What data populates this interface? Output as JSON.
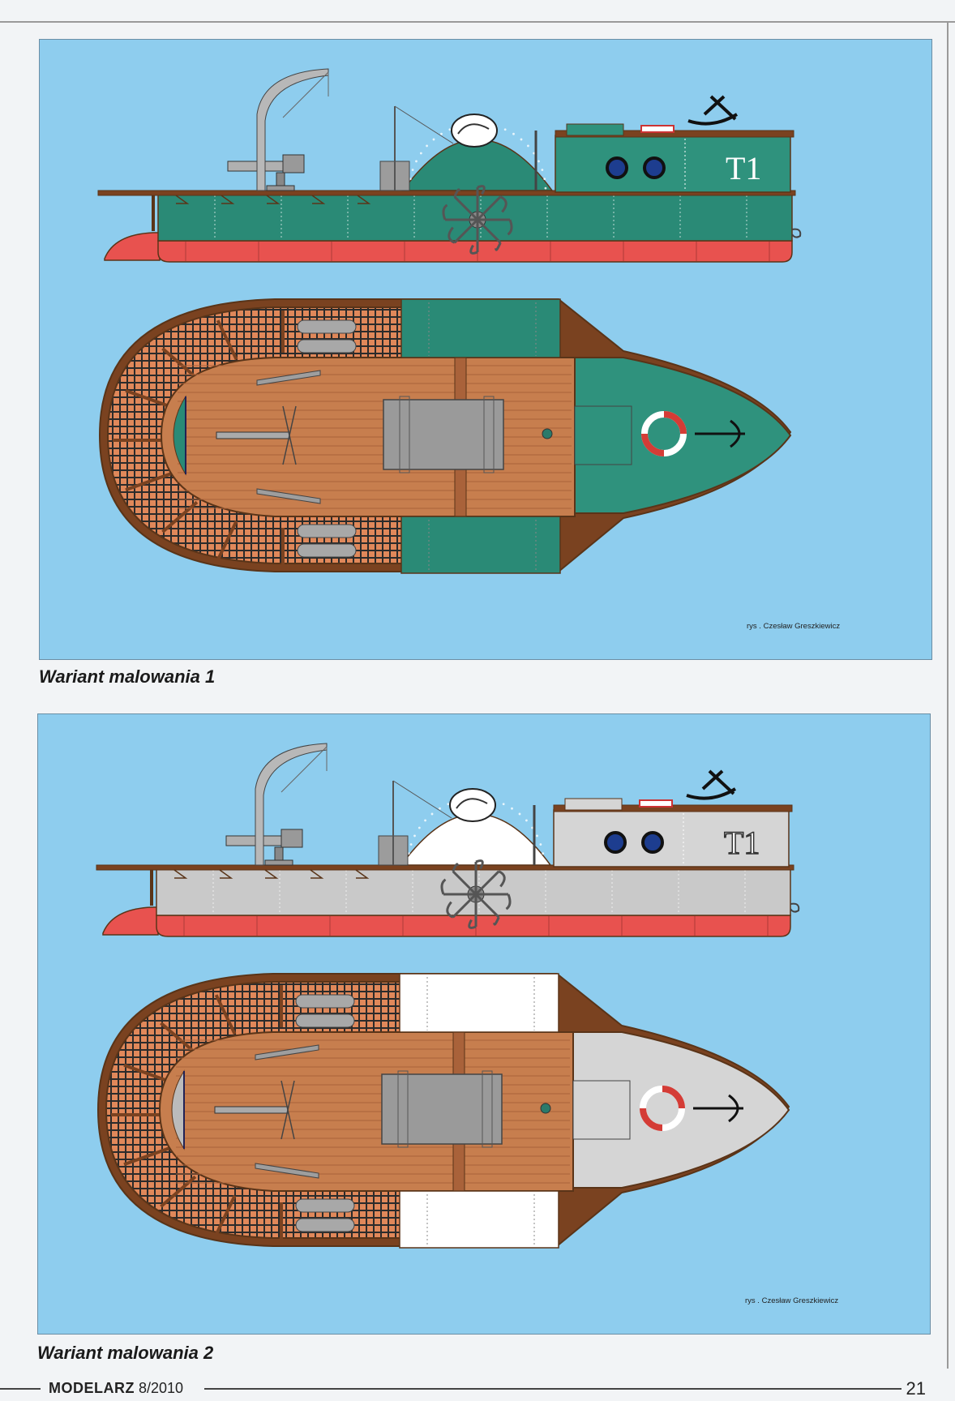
{
  "plates": [
    {
      "id": "variant-1",
      "caption": "Wariant malowania 1",
      "credit": "rys . Czesław Greszkiewicz",
      "hull_number": "T1",
      "hull_color": "#2a8a76",
      "hull_light": "#3f9f8a",
      "waterline_color": "#e8524f",
      "deck_color": "#c77e4e",
      "plank_color": "#a9623a",
      "wood_dark": "#7a4220",
      "house_color": "#2f927d",
      "deckhouse_color": "#2a8a76"
    },
    {
      "id": "variant-2",
      "caption": "Wariant malowania 2",
      "credit": "rys . Czesław Greszkiewicz",
      "hull_number": "T1",
      "hull_color": "#c9c9c9",
      "hull_light": "#d8d8d8",
      "waterline_color": "#e8524f",
      "deck_color": "#c77e4e",
      "plank_color": "#a9623a",
      "wood_dark": "#7a4220",
      "house_color": "#d5d5d5",
      "deckhouse_color": "#ffffff"
    }
  ],
  "footer": {
    "magazine": "MODELARZ",
    "issue": "8/2010",
    "page_number": "21"
  }
}
